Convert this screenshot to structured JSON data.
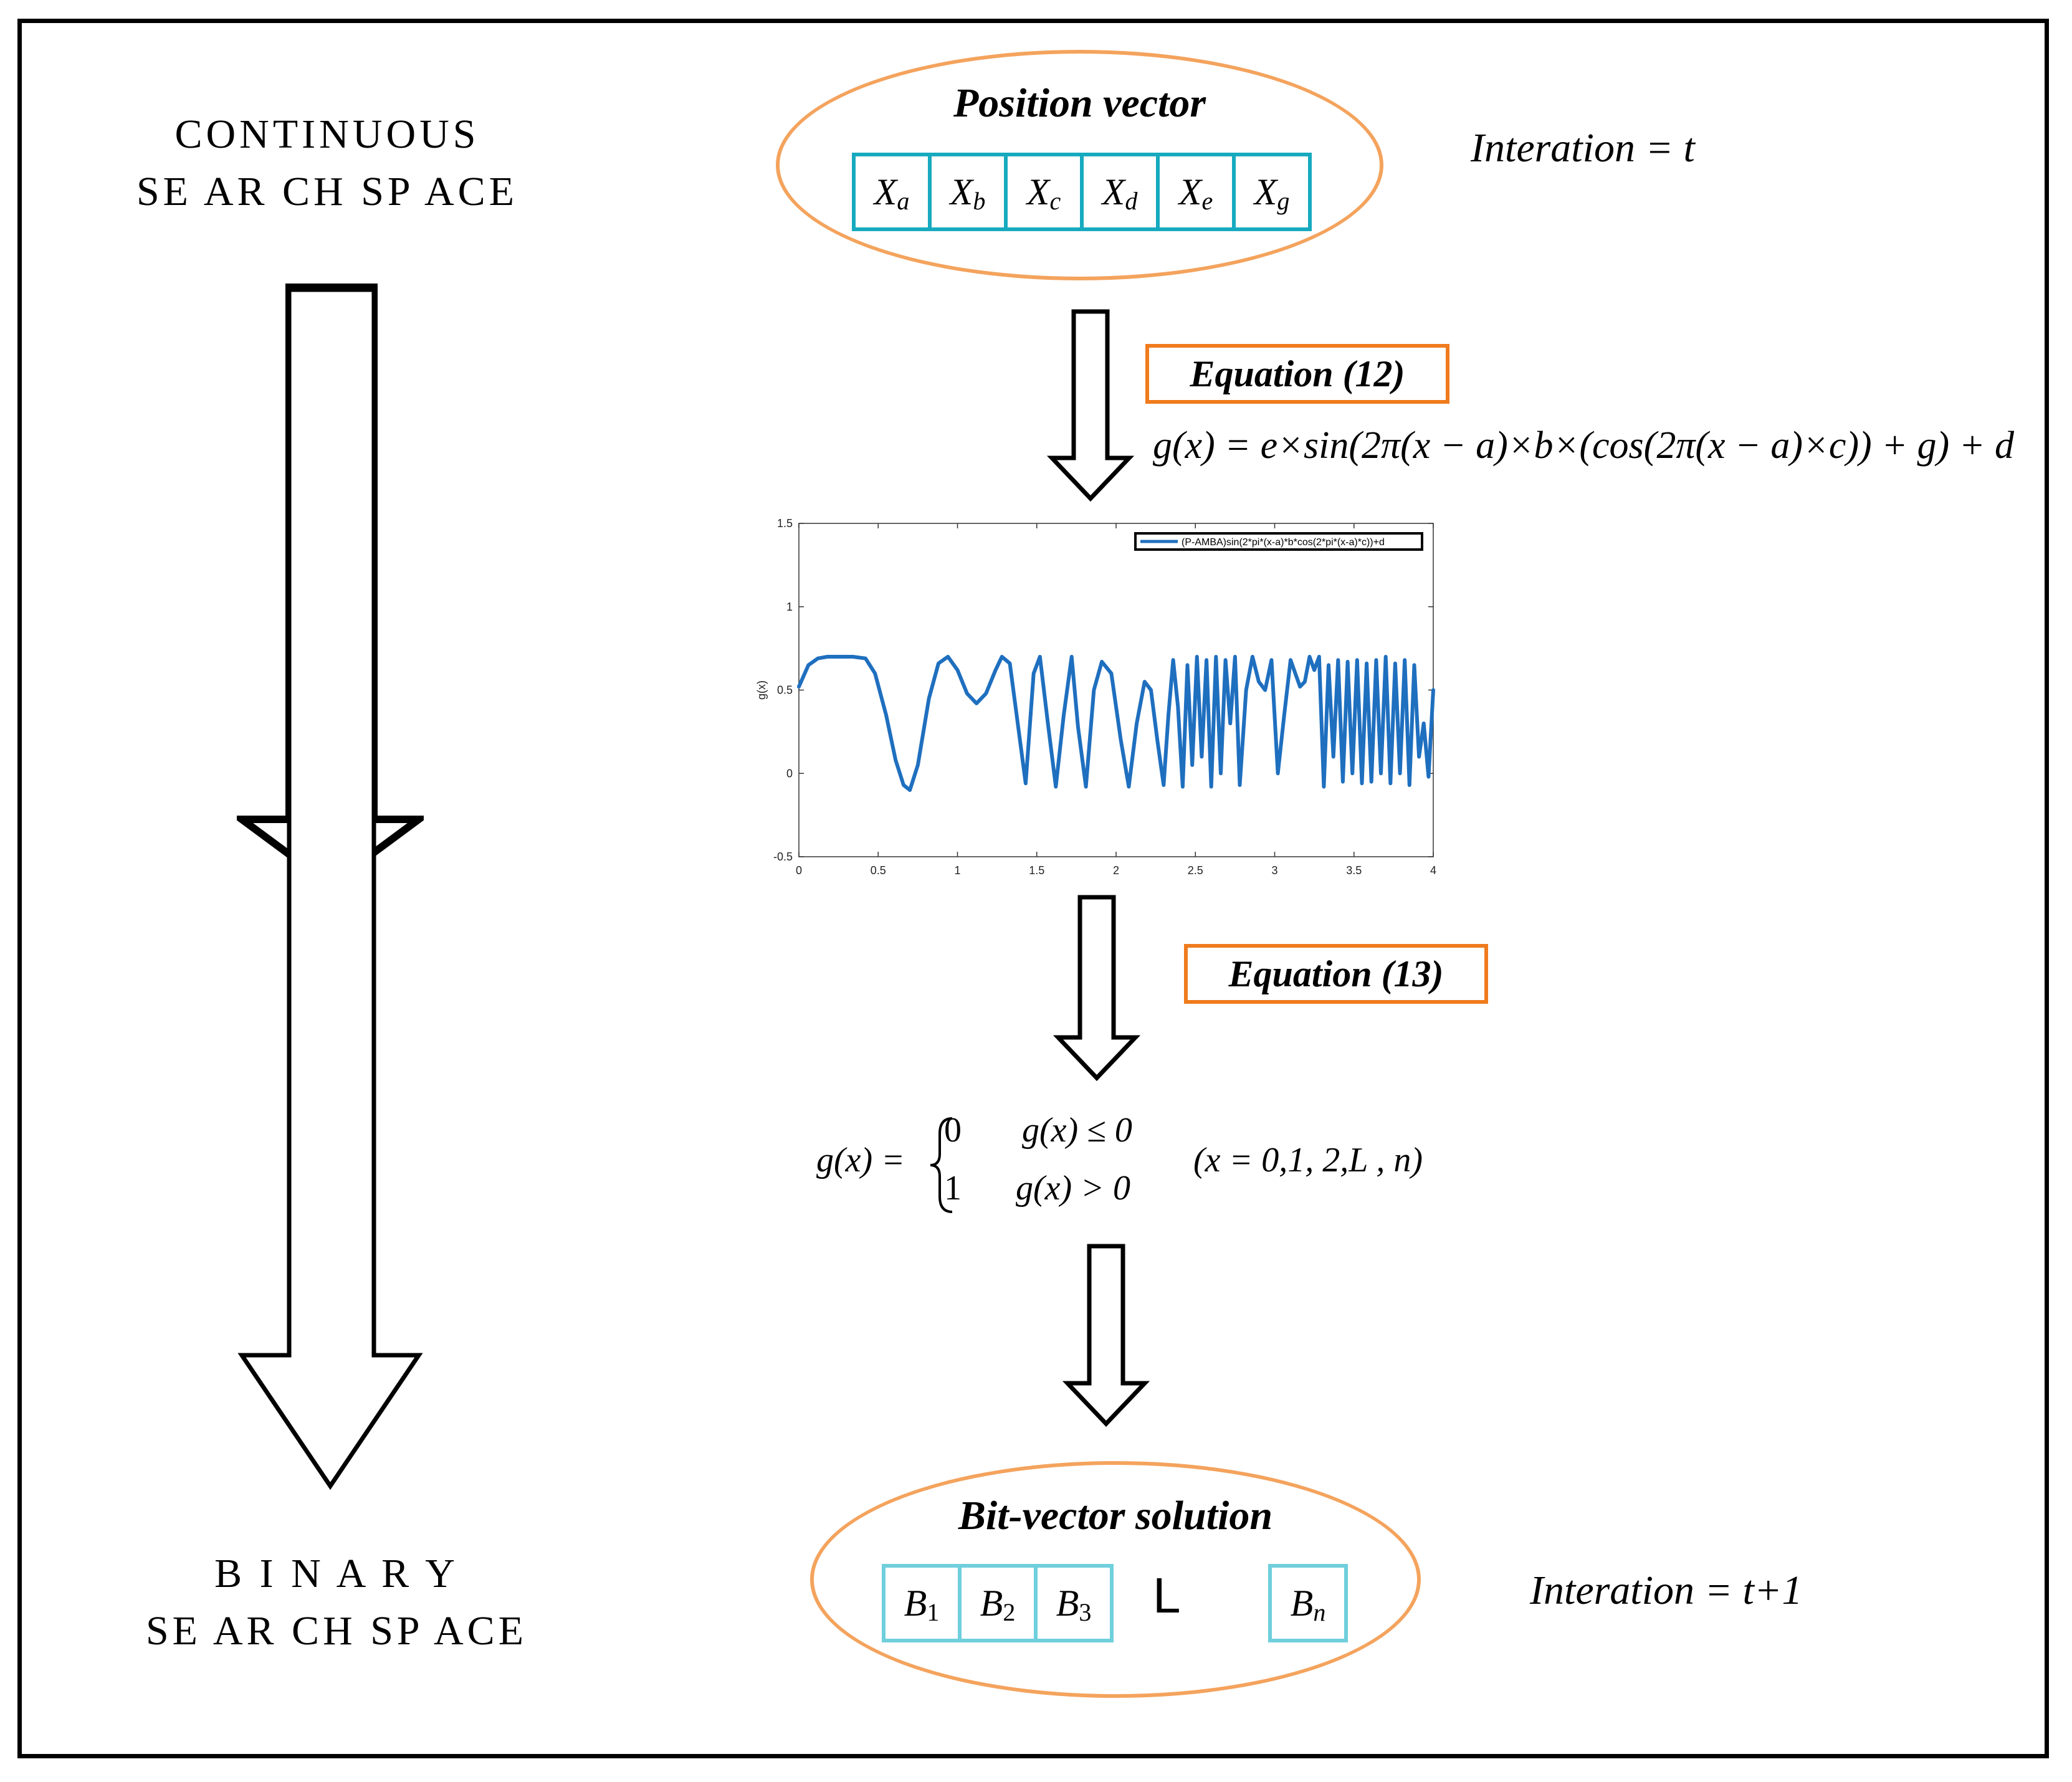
{
  "left_column": {
    "top_label_line1": "CONTINUOUS",
    "top_label_line2": "SE AR CH  SP ACE",
    "bottom_label_line1": "B I N A R Y",
    "bottom_label_line2": "SE AR CH  SP ACE"
  },
  "position_vector": {
    "title": "Position vector",
    "cells": [
      {
        "base": "X",
        "sub": "a"
      },
      {
        "base": "X",
        "sub": "b"
      },
      {
        "base": "X",
        "sub": "c"
      },
      {
        "base": "X",
        "sub": "d"
      },
      {
        "base": "X",
        "sub": "e"
      },
      {
        "base": "X",
        "sub": "g"
      }
    ],
    "iteration": "Interation = t"
  },
  "equation_12": {
    "label": "Equation (12)",
    "formula": "g(x) = e×sin(2π(x − a)×b×(cos(2π(x − a)×c)) + g) + d"
  },
  "equation_13": {
    "label": "Equation (13)",
    "lhs": "g(x) =",
    "case1_value": "0",
    "case1_condition": "g(x) ≤ 0",
    "case2_value": "1",
    "case2_condition": "g(x) > 0",
    "domain": "(x = 0,1, 2,L  , n)"
  },
  "bit_vector": {
    "title": "Bit-vector solution",
    "cells": [
      {
        "base": "B",
        "sub": "1"
      },
      {
        "base": "B",
        "sub": "2"
      },
      {
        "base": "B",
        "sub": "3"
      }
    ],
    "ellipsis": "L",
    "last_cell": {
      "base": "B",
      "sub": "n"
    },
    "iteration": "Interation = t+1"
  },
  "colors": {
    "ellipse_border": "#f4a35d",
    "equation_box_border": "#f07b1d",
    "cell_border": "#17aabf",
    "cell_border_light": "#6fcfdc",
    "plot_line": "#1f6fbf"
  },
  "chart_data": {
    "type": "line",
    "ylabel": "g(x)",
    "xlim": [
      0,
      4
    ],
    "ylim": [
      -0.5,
      1.5
    ],
    "x_ticks": [
      "0",
      "0.5",
      "1",
      "1.5",
      "2",
      "2.5",
      "3",
      "3.5",
      "4"
    ],
    "y_ticks": [
      "-0.5",
      "0",
      "0.5",
      "1",
      "1.5"
    ],
    "legend": "(P-AMBA)sin(2*pi*(x-a)*b*cos(2*pi*(x-a)*c))+d",
    "legend_position": "top-right",
    "series": [
      {
        "name": "(P-AMBA)sin(2*pi*(x-a)*b*cos(2*pi*(x-a)*c))+d",
        "x": [
          0,
          0.06,
          0.12,
          0.18,
          0.26,
          0.34,
          0.42,
          0.48,
          0.55,
          0.61,
          0.66,
          0.7,
          0.75,
          0.82,
          0.88,
          0.94,
          1.0,
          1.06,
          1.12,
          1.18,
          1.24,
          1.28,
          1.33,
          1.38,
          1.43,
          1.48,
          1.52,
          1.57,
          1.62,
          1.67,
          1.72,
          1.76,
          1.81,
          1.86,
          1.91,
          1.97,
          2.03,
          2.08,
          2.13,
          2.18,
          2.22,
          2.26,
          2.3,
          2.33,
          2.36,
          2.39,
          2.42,
          2.45,
          2.48,
          2.51,
          2.54,
          2.57,
          2.6,
          2.63,
          2.66,
          2.69,
          2.72,
          2.75,
          2.78,
          2.82,
          2.86,
          2.9,
          2.94,
          2.98,
          3.02,
          3.06,
          3.1,
          3.13,
          3.16,
          3.19,
          3.22,
          3.25,
          3.28,
          3.31,
          3.34,
          3.37,
          3.4,
          3.43,
          3.46,
          3.49,
          3.52,
          3.55,
          3.58,
          3.61,
          3.64,
          3.67,
          3.7,
          3.73,
          3.76,
          3.79,
          3.82,
          3.85,
          3.88,
          3.91,
          3.94,
          3.97,
          4.0
        ],
        "y": [
          0.52,
          0.65,
          0.69,
          0.7,
          0.7,
          0.7,
          0.69,
          0.6,
          0.35,
          0.08,
          -0.07,
          -0.1,
          0.05,
          0.45,
          0.66,
          0.7,
          0.62,
          0.48,
          0.42,
          0.48,
          0.62,
          0.7,
          0.66,
          0.3,
          -0.06,
          0.6,
          0.7,
          0.3,
          -0.08,
          0.35,
          0.7,
          0.28,
          -0.08,
          0.5,
          0.67,
          0.6,
          0.2,
          -0.08,
          0.3,
          0.55,
          0.5,
          0.2,
          -0.07,
          0.35,
          0.68,
          0.4,
          -0.08,
          0.65,
          0.05,
          0.7,
          0.1,
          0.68,
          -0.08,
          0.7,
          0.0,
          0.68,
          0.3,
          0.7,
          -0.07,
          0.5,
          0.7,
          0.55,
          0.5,
          0.68,
          0.0,
          0.35,
          0.68,
          0.6,
          0.52,
          0.55,
          0.7,
          0.62,
          0.7,
          -0.08,
          0.65,
          0.1,
          0.68,
          -0.05,
          0.67,
          0.0,
          0.68,
          -0.06,
          0.66,
          -0.05,
          0.68,
          0.0,
          0.7,
          -0.06,
          0.66,
          0.0,
          0.68,
          -0.07,
          0.65,
          0.1,
          0.3,
          -0.02,
          0.5
        ]
      }
    ]
  }
}
